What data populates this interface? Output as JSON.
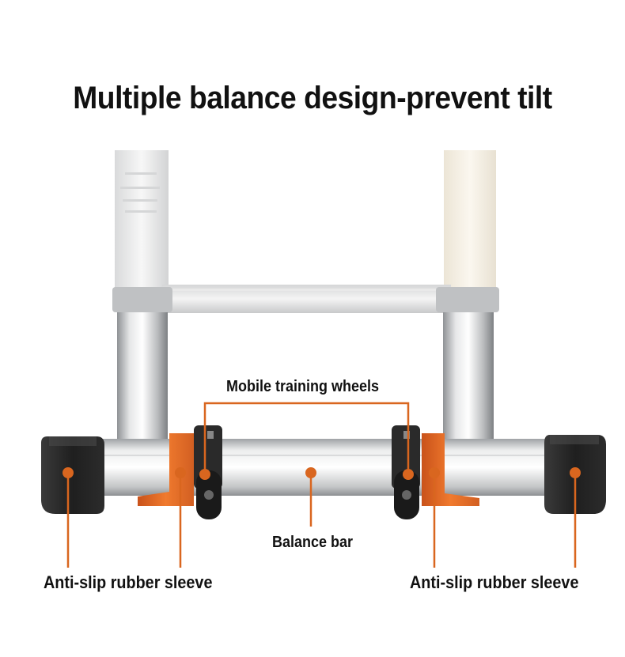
{
  "title": "Multiple balance design-prevent tilt",
  "labels": {
    "wheels": "Mobile training wheels",
    "balance_bar": "Balance bar",
    "sleeve_left": "Anti-slip rubber sleeve",
    "sleeve_right": "Anti-slip rubber sleeve"
  },
  "colors": {
    "accent": "#d9661f",
    "rubber": "#1e1e1e",
    "aluminium": "#c9cbcc"
  }
}
